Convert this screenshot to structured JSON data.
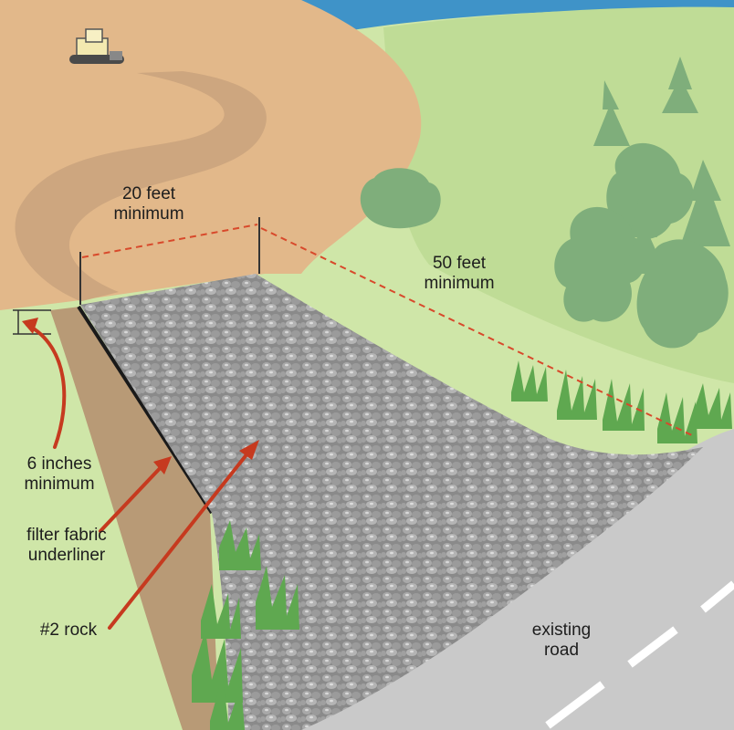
{
  "labels": {
    "width": {
      "line1": "20 feet",
      "line2": "minimum"
    },
    "length": {
      "line1": "50 feet",
      "line2": "minimum"
    },
    "thickness": {
      "line1": "6 inches",
      "line2": "minimum"
    },
    "fabric": {
      "line1": "filter fabric",
      "line2": "underliner"
    },
    "rock": "#2 rock",
    "road": {
      "line1": "existing",
      "line2": "road"
    }
  },
  "colors": {
    "sky": "#3f93c8",
    "dirt": "#e2b88a",
    "dirt_path": "#c9a27c",
    "grass": "#cfe6a8",
    "grass_dark": "#b4d68a",
    "rock_base": "#8c8c8c",
    "road": "#c9c9c9",
    "dimension_line": "#d8492b",
    "arrow": "#c63a1f",
    "tree": "#7fae7b"
  }
}
